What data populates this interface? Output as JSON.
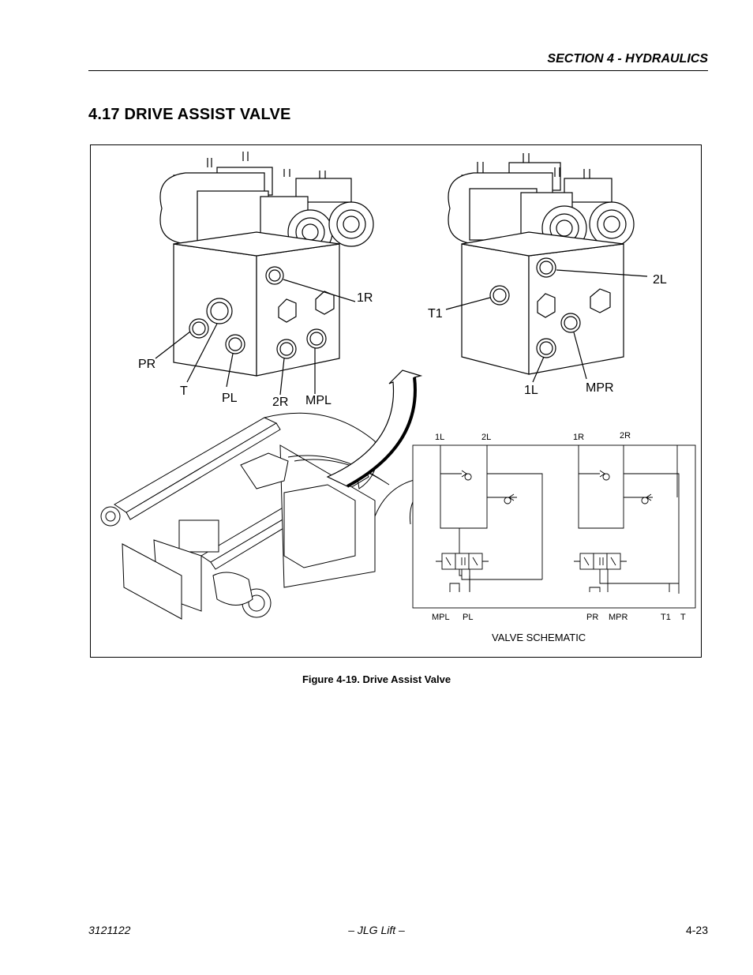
{
  "header": {
    "section": "SECTION 4 - HYDRAULICS"
  },
  "title": "4.17 DRIVE ASSIST VALVE",
  "figure": {
    "left_view_labels": {
      "r1": "1R",
      "pr": "PR",
      "t": "T",
      "pl": "PL",
      "r2": "2R",
      "mpl": "MPL"
    },
    "right_view_labels": {
      "t1": "T1",
      "l2": "2L",
      "l1": "1L",
      "mpr": "MPR"
    },
    "schematic": {
      "top_ports": {
        "l1": "1L",
        "l2": "2L",
        "r1": "1R",
        "r2": "2R"
      },
      "bottom_ports": {
        "mpl": "MPL",
        "pl": "PL",
        "pr": "PR",
        "mpr": "MPR",
        "t1": "T1",
        "t": "T"
      },
      "title": "VALVE SCHEMATIC"
    },
    "caption": "Figure 4-19.  Drive Assist Valve"
  },
  "footer": {
    "left": "3121122",
    "center": "– JLG Lift –",
    "right": "4-23"
  }
}
